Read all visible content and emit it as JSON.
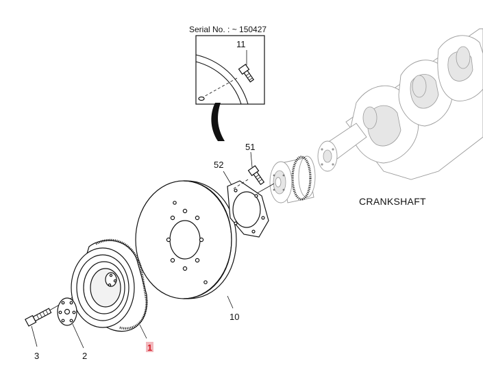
{
  "detail": {
    "serial_label": "Serial No. : ~ 150427"
  },
  "callouts": [
    {
      "id": "11",
      "text": "11"
    },
    {
      "id": "51",
      "text": "51"
    },
    {
      "id": "52",
      "text": "52"
    },
    {
      "id": "10",
      "text": "10"
    },
    {
      "id": "3",
      "text": "3"
    },
    {
      "id": "2",
      "text": "2"
    },
    {
      "id": "1",
      "text": "1",
      "highlighted": true
    }
  ],
  "assembly": {
    "crankshaft_label": "CRANKSHAFT"
  },
  "colors": {
    "highlight_text": "#d6202a",
    "highlight_bg": "#f2b8bd",
    "line": "#111111",
    "ghost": "#9a9a9a"
  }
}
